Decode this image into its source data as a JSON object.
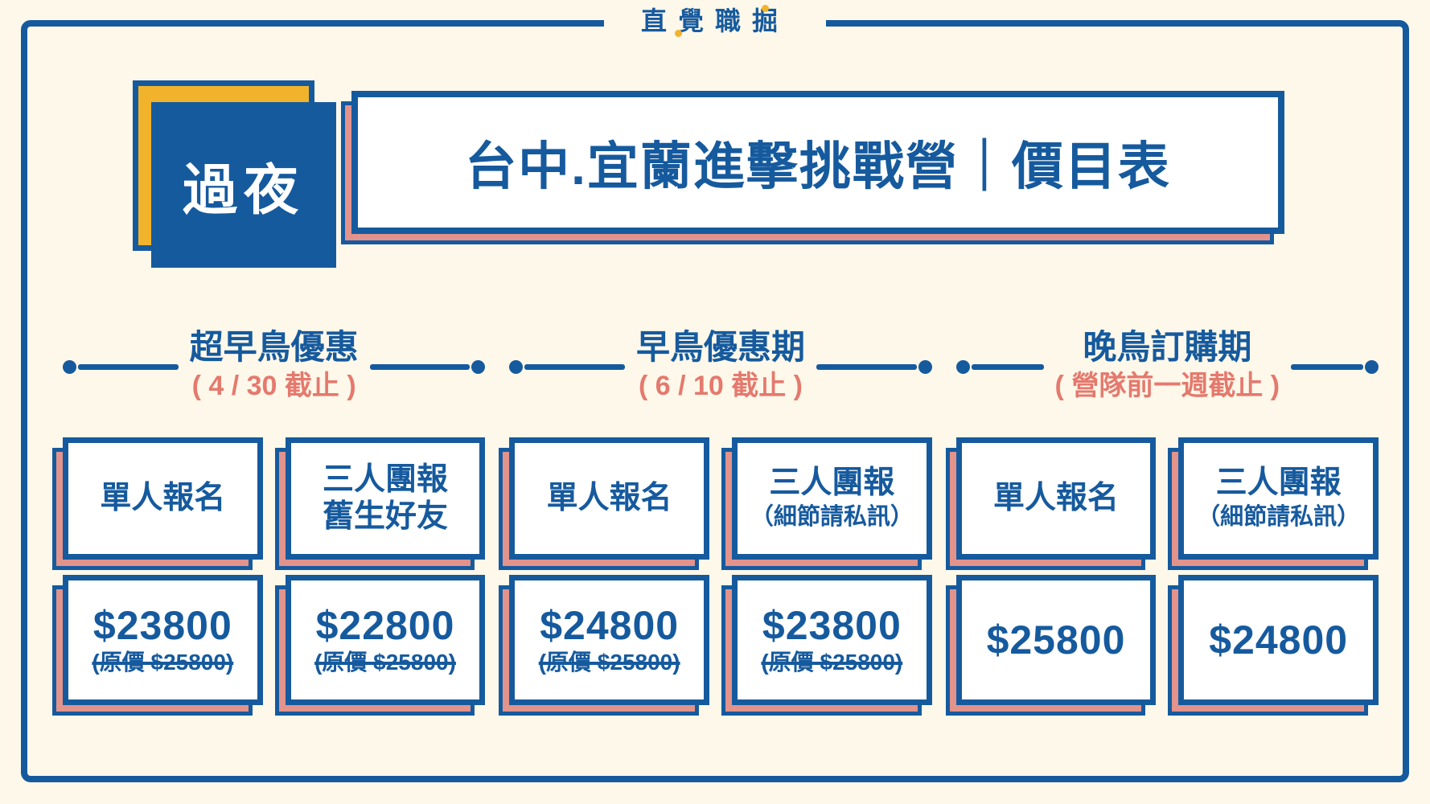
{
  "brand": {
    "logo": "直覺職掘"
  },
  "header": {
    "badge": "過夜",
    "title": "台中.宜蘭進擊挑戰營｜價目表"
  },
  "colors": {
    "blue": "#165A9E",
    "shadow_salmon": "#E2938B",
    "deadline_coral": "#E5796E",
    "accent_yellow": "#F2B32C",
    "background_cream": "#FDF8E9",
    "card_white": "#FFFFFF"
  },
  "sections": [
    {
      "title": "超早鳥優惠",
      "deadline": "( 4 / 30 截止 )",
      "cards": [
        {
          "title_lines": [
            {
              "text": "單人報名",
              "small": false
            }
          ],
          "price": "$23800",
          "original_price": "(原價 $25800)"
        },
        {
          "title_lines": [
            {
              "text": "三人團報",
              "small": false
            },
            {
              "text": "舊生好友",
              "small": false
            }
          ],
          "price": "$22800",
          "original_price": "(原價 $25800)"
        }
      ]
    },
    {
      "title": "早鳥優惠期",
      "deadline": "( 6 / 10 截止 )",
      "cards": [
        {
          "title_lines": [
            {
              "text": "單人報名",
              "small": false
            }
          ],
          "price": "$24800",
          "original_price": "(原價 $25800)"
        },
        {
          "title_lines": [
            {
              "text": "三人團報",
              "small": false
            },
            {
              "text": "（細節請私訊）",
              "small": true
            }
          ],
          "price": "$23800",
          "original_price": "(原價 $25800)"
        }
      ]
    },
    {
      "title": "晚鳥訂購期",
      "deadline": "( 營隊前一週截止 )",
      "cards": [
        {
          "title_lines": [
            {
              "text": "單人報名",
              "small": false
            }
          ],
          "price": "$25800",
          "original_price": null
        },
        {
          "title_lines": [
            {
              "text": "三人團報",
              "small": false
            },
            {
              "text": "（細節請私訊）",
              "small": true
            }
          ],
          "price": "$24800",
          "original_price": null
        }
      ]
    }
  ]
}
